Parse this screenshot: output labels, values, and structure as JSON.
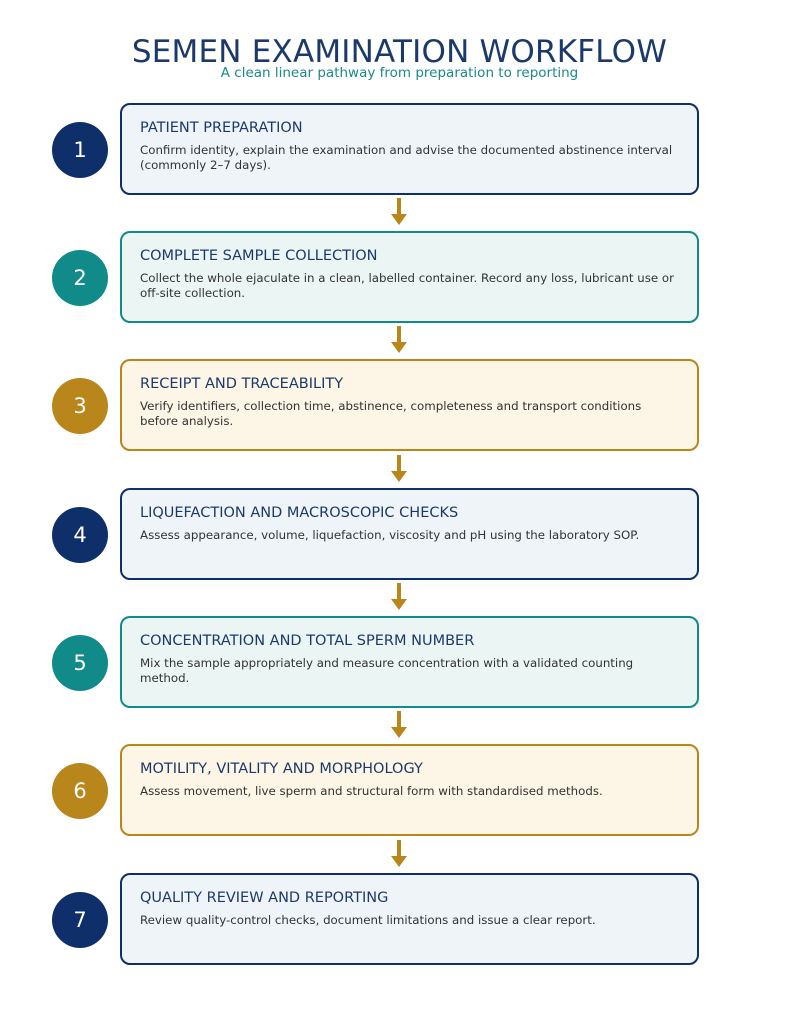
{
  "title": "SEMEN EXAMINATION WORKFLOW",
  "subtitle": "A clean linear pathway from preparation to reporting",
  "colors": {
    "navy": "#0f2f6b",
    "teal": "#118b89",
    "gold": "#b8861b",
    "arrow": "#b8861b"
  },
  "steps": [
    {
      "number": "1",
      "title": "PATIENT PREPARATION",
      "description": "Confirm identity, explain the examination and advise the documented abstinence interval (commonly 2–7 days).",
      "theme": "navy"
    },
    {
      "number": "2",
      "title": "COMPLETE SAMPLE COLLECTION",
      "description": "Collect the whole ejaculate in a clean, labelled container. Record any loss, lubricant use or off-site collection.",
      "theme": "teal"
    },
    {
      "number": "3",
      "title": "RECEIPT AND TRACEABILITY",
      "description": "Verify identifiers, collection time, abstinence, completeness and transport conditions before analysis.",
      "theme": "gold"
    },
    {
      "number": "4",
      "title": "LIQUEFACTION AND MACROSCOPIC CHECKS",
      "description": "Assess appearance, volume, liquefaction, viscosity and pH using the laboratory SOP.",
      "theme": "navy"
    },
    {
      "number": "5",
      "title": "CONCENTRATION AND TOTAL SPERM NUMBER",
      "description": "Mix the sample appropriately and measure concentration with a validated counting method.",
      "theme": "teal"
    },
    {
      "number": "6",
      "title": "MOTILITY, VITALITY AND MORPHOLOGY",
      "description": "Assess movement, live sperm and structural form with standardised methods.",
      "theme": "gold"
    },
    {
      "number": "7",
      "title": "QUALITY REVIEW AND REPORTING",
      "description": "Review quality-control checks, document limitations and issue a clear report.",
      "theme": "navy"
    }
  ]
}
